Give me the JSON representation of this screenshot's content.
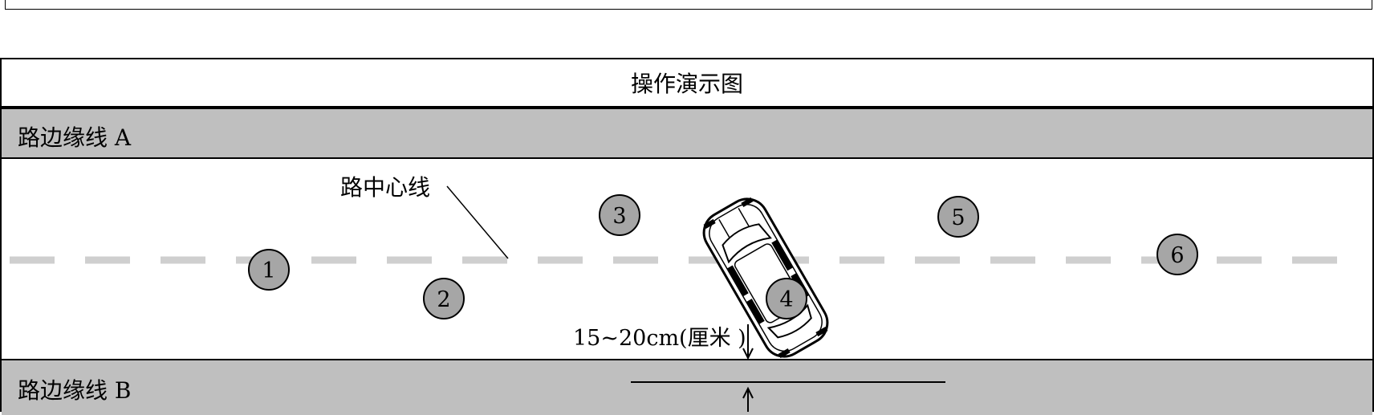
{
  "title": "操作演示图",
  "edge_a_label": "路边缘线 A",
  "edge_b_label": "路边缘线 B",
  "center_line_label": "路中心线",
  "distance_label": "15~20cm(厘米 )",
  "positions": [
    "1",
    "2",
    "3",
    "4",
    "5",
    "6"
  ]
}
